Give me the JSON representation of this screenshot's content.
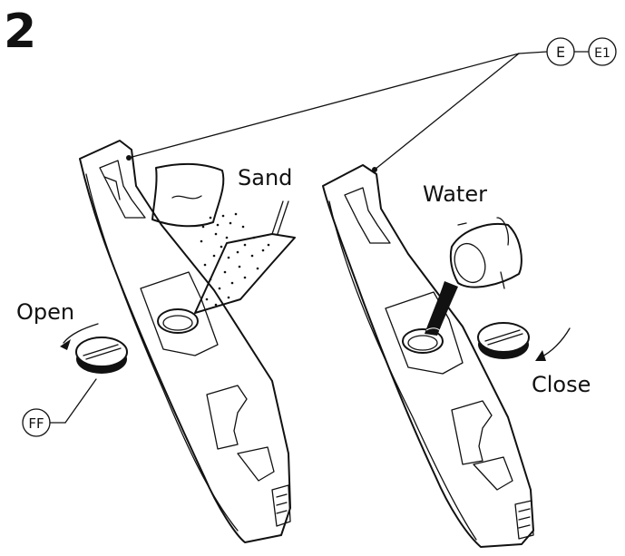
{
  "step_number": "2",
  "callouts": {
    "e": "E",
    "e1": "E1",
    "ff": "FF"
  },
  "labels": {
    "sand": "Sand",
    "water": "Water",
    "open": "Open",
    "close": "Close"
  },
  "colors": {
    "ink": "#111111",
    "background": "#ffffff"
  }
}
